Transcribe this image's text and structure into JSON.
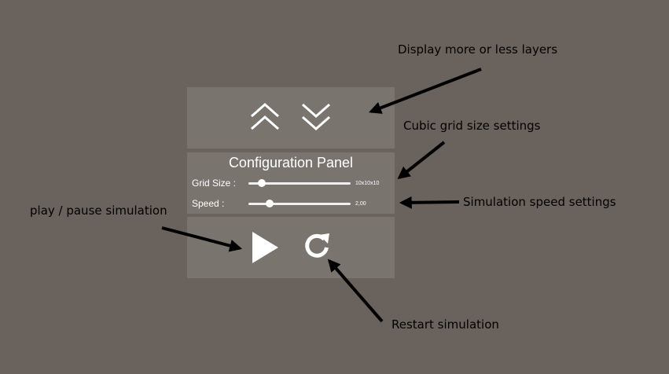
{
  "layers_panel": {
    "up_icon": "double-chevron-up-icon",
    "down_icon": "double-chevron-down-icon"
  },
  "config_panel": {
    "title": "Configuration Panel",
    "grid_size": {
      "label": "Grid Size :",
      "value_text": "10x10x10",
      "slider_fraction": 0.13
    },
    "speed": {
      "label": "Speed :",
      "value_text": "2,00",
      "slider_fraction": 0.21
    }
  },
  "controls_panel": {
    "play_icon": "play-icon",
    "restart_icon": "restart-icon"
  },
  "annotations": {
    "layers": "Display more or less layers",
    "grid": "Cubic grid size settings",
    "speed": "Simulation speed settings",
    "play": "play / pause simulation",
    "restart": "Restart simulation"
  },
  "colors": {
    "background": "#6a625c",
    "panel": "#7a746f",
    "foreground": "#ffffff",
    "annotation": "#000000"
  }
}
